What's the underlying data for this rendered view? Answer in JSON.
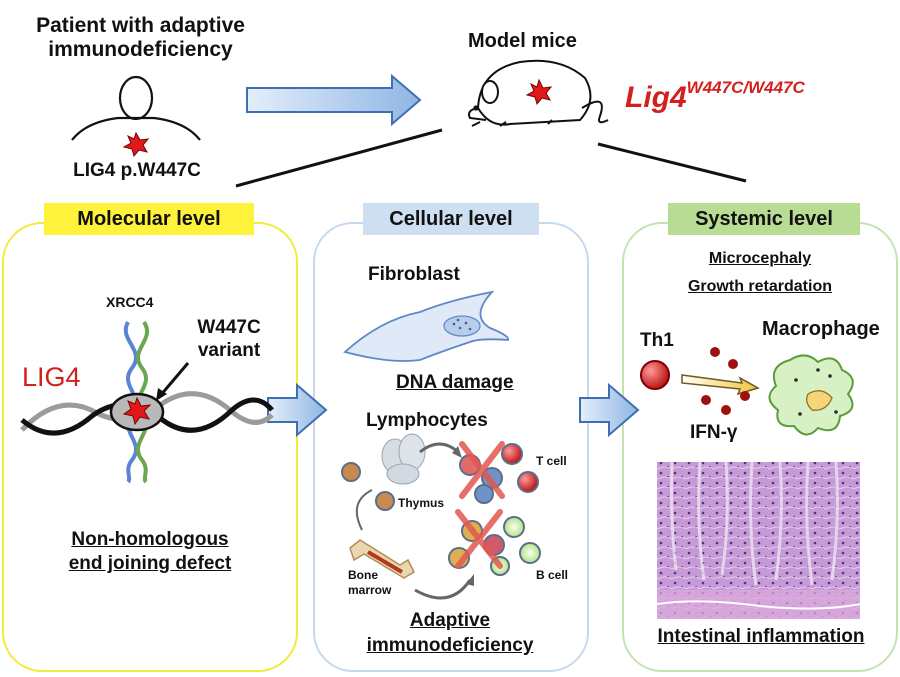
{
  "colors": {
    "molecular_border": "#f2ea3c",
    "molecular_tag": "#fff23a",
    "cellular_border": "#c7d9ef",
    "cellular_tag": "#cfdff2",
    "systemic_border": "#c5e2b0",
    "systemic_tag": "#b9dc94",
    "arrow_fill": "#b9d3ef",
    "arrow_stroke": "#3f6fb0",
    "variant_red": "#d41f1f",
    "tissue_pink": "#b77fc6"
  },
  "header": {
    "patient_label": "Patient with adaptive immunodeficiency",
    "patient_line1": "Patient with adaptive",
    "patient_line2": "immunodeficiency",
    "patient_variant": "LIG4 p.W447C",
    "model_label": "Model mice",
    "model_genotype_base": "Lig4",
    "model_genotype_sup": "W447C/W447C"
  },
  "molecular": {
    "tag": "Molecular level",
    "xrcc4": "XRCC4",
    "lig4": "LIG4",
    "variant_line1": "W447C",
    "variant_line2": "variant",
    "defect_line1": "Non-homologous",
    "defect_line2": "end joining defect"
  },
  "cellular": {
    "tag": "Cellular level",
    "fibroblast": "Fibroblast",
    "dna_damage": "DNA damage",
    "lymphocytes": "Lymphocytes",
    "thymus": "Thymus",
    "bone_marrow_line1": "Bone",
    "bone_marrow_line2": "marrow",
    "t_cell": "T cell",
    "b_cell": "B cell",
    "outcome_line1": "Adaptive",
    "outcome_line2": "immunodeficiency"
  },
  "systemic": {
    "tag": "Systemic level",
    "phenotype1": "Microcephaly",
    "phenotype2": "Growth retardation",
    "th1": "Th1",
    "ifn": "IFN-γ",
    "macrophage": "Macrophage",
    "inflammation": "Intestinal inflammation"
  }
}
